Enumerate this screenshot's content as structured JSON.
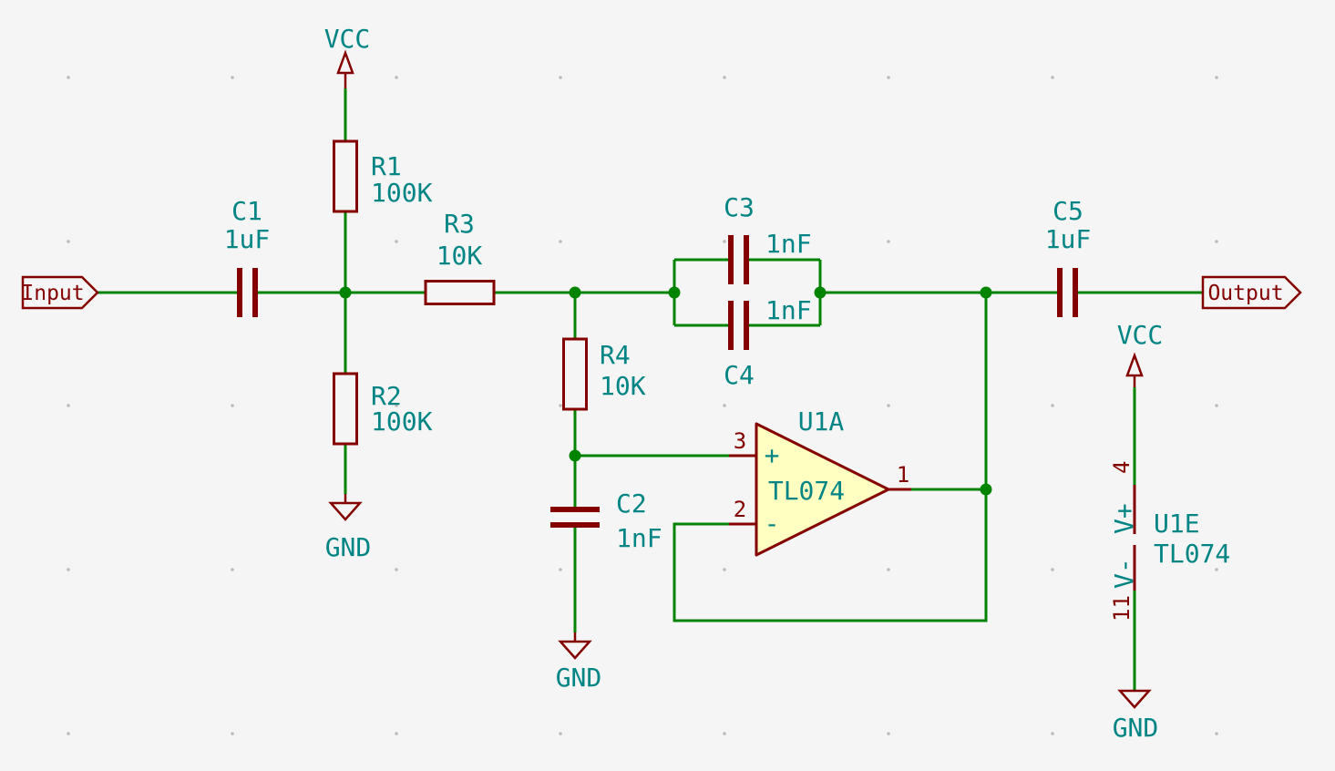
{
  "canvas": {
    "background": "#F5F5F5",
    "grid_dot_color": "#BDBDBD"
  },
  "colors": {
    "wire": "#008400",
    "device_outline": "#840000",
    "field_text": "#008484",
    "pin_number_text": "#840000",
    "opamp_body_fill": "#FFFFC2"
  },
  "ports": {
    "input": "Input",
    "output": "Output"
  },
  "power_flags": {
    "vcc_r1": "VCC",
    "gnd_r2": "GND",
    "gnd_c2": "GND",
    "vcc_u1e": "VCC",
    "gnd_u1e": "GND"
  },
  "components": {
    "C1": {
      "ref": "C1",
      "value": "1uF"
    },
    "C2": {
      "ref": "C2",
      "value": "1nF"
    },
    "C3": {
      "ref": "C3",
      "value": "1nF"
    },
    "C4": {
      "ref": "C4",
      "value": "1nF"
    },
    "C5": {
      "ref": "C5",
      "value": "1uF"
    },
    "R1": {
      "ref": "R1",
      "value": "100K"
    },
    "R2": {
      "ref": "R2",
      "value": "100K"
    },
    "R3": {
      "ref": "R3",
      "value": "10K"
    },
    "R4": {
      "ref": "R4",
      "value": "10K"
    },
    "U1A": {
      "ref": "U1A",
      "value": "TL074",
      "pin_noninv_number": "3",
      "pin_noninv_name": "+",
      "pin_inv_number": "2",
      "pin_inv_name": "-",
      "pin_out_number": "1"
    },
    "U1E": {
      "ref": "U1E",
      "value": "TL074",
      "pin_vplus_number": "4",
      "pin_vplus_name": "V+",
      "pin_vminus_number": "11",
      "pin_vminus_name": "V-"
    }
  }
}
